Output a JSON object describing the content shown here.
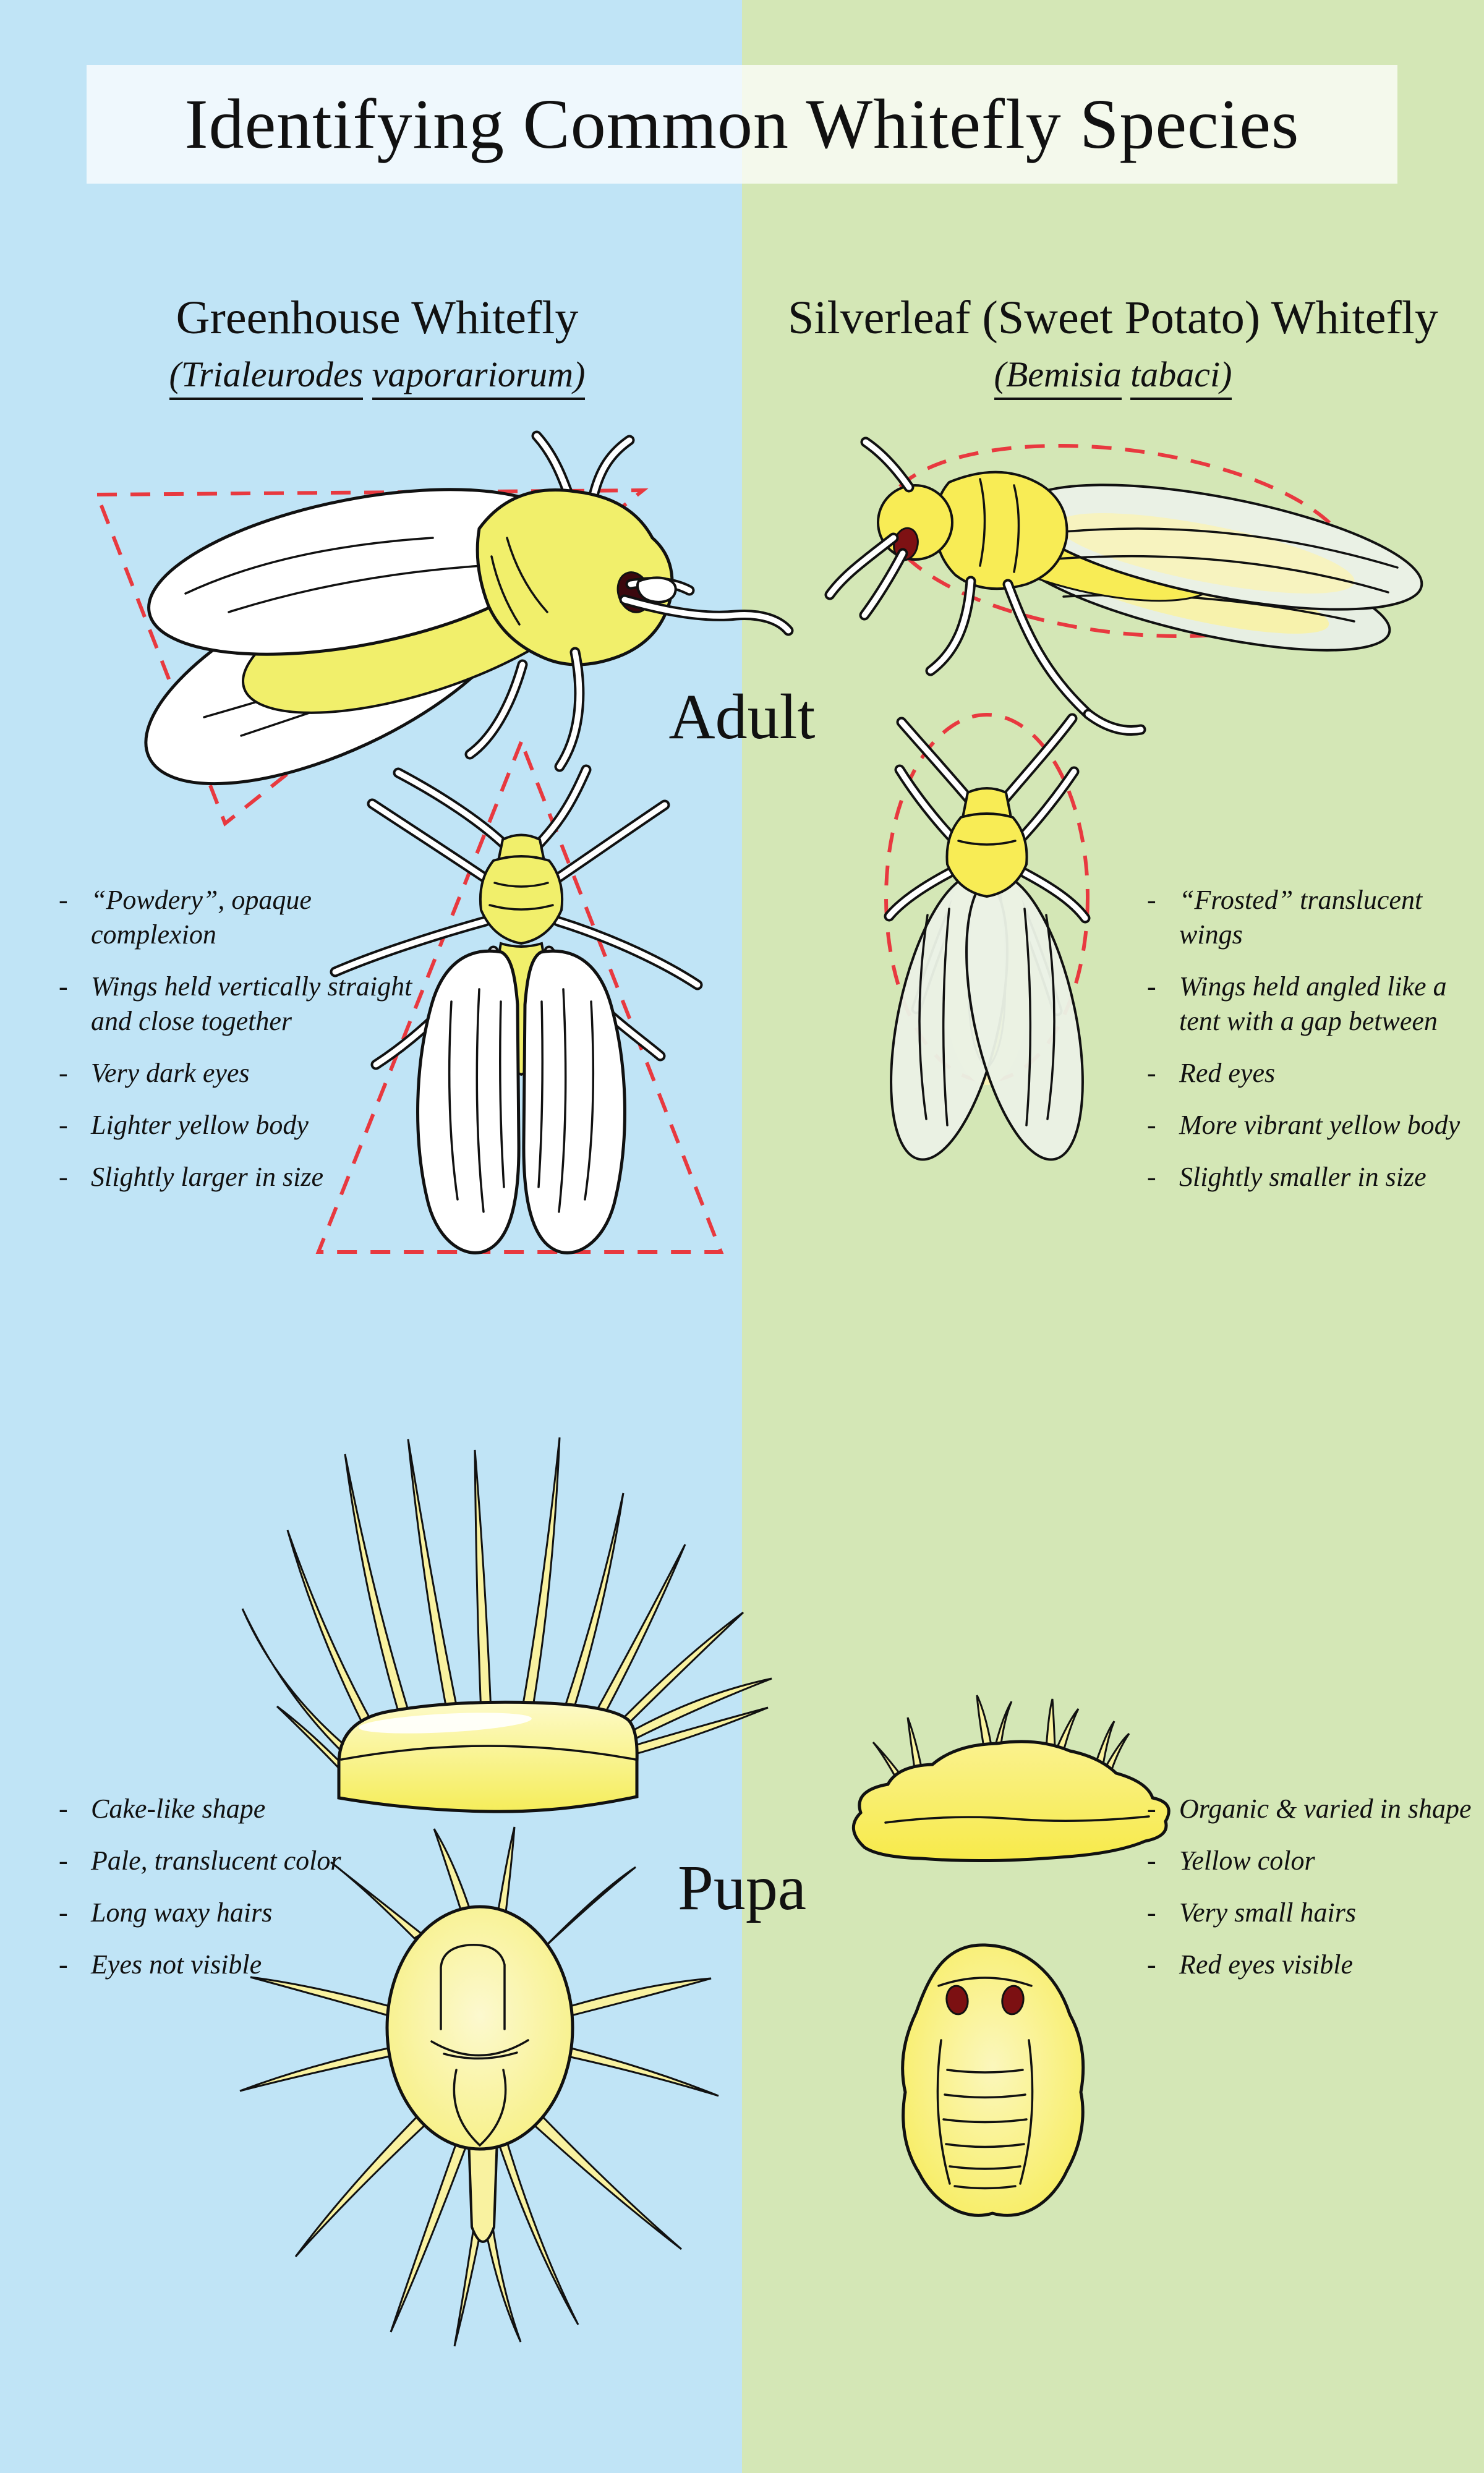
{
  "title": "Identifying Common Whitefly Species",
  "stages": {
    "adult": "Adult",
    "pupa": "Pupa"
  },
  "species": {
    "greenhouse": {
      "common_name": "Greenhouse Whitefly",
      "sci_genus": "(Trialeurodes",
      "sci_species": "vaporariorum)",
      "adult_traits": [
        "“Powdery”, opaque complexion",
        "Wings held vertically straight and close together",
        "Very dark eyes",
        "Lighter yellow body",
        "Slightly larger in size"
      ],
      "pupa_traits": [
        "Cake-like shape",
        "Pale, translucent color",
        "Long waxy hairs",
        "Eyes not visible"
      ]
    },
    "silverleaf": {
      "common_name": "Silverleaf (Sweet Potato) Whitefly",
      "sci_genus": "(Bemisia",
      "sci_species": "tabaci)",
      "adult_traits": [
        "“Frosted” translucent wings",
        "Wings held angled like a tent with a gap between",
        "Red eyes",
        "More vibrant yellow body",
        "Slightly smaller in size"
      ],
      "pupa_traits": [
        "Organic & varied in shape",
        "Yellow color",
        "Very small hairs",
        "Red eyes visible"
      ]
    }
  },
  "colors": {
    "left_background": "#C0E4F6",
    "right_background": "#D4E7B6",
    "banner_background": "rgba(255,255,255,0.74)",
    "dashed_outline_red": "#E8393F",
    "greenhouse_body_yellow": "#F1EF6B",
    "silverleaf_body_yellow": "#F8EC55",
    "frosted_wing": "#EAF1E5",
    "pupa_hair_yellow": "#F9F2A0",
    "greenhouse_eye_dark": "#3C080E",
    "silverleaf_eye_red": "#7E1113",
    "text": "#111111"
  }
}
